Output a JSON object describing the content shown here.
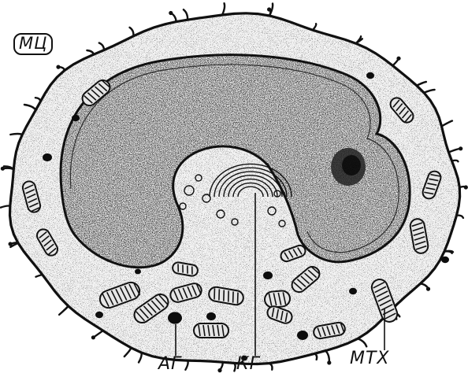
{
  "labels": {
    "cell": "МЦ",
    "ag": "АГ",
    "kg": "КГ",
    "mtx": "МТХ"
  },
  "colors": {
    "ink": "#111111",
    "paper": "#ffffff"
  }
}
